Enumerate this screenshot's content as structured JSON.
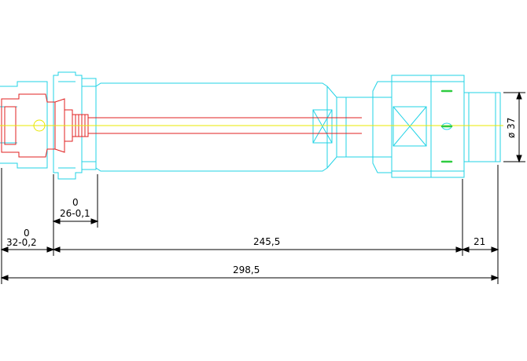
{
  "drawing": {
    "colors": {
      "outline": "#22d3e6",
      "red_part": "#e02020",
      "center_line": "#e8e800",
      "dimension": "#000000",
      "knurl_mark": "#2ecc40",
      "background": "#ffffff"
    },
    "dimensions": {
      "dim_32": {
        "upper": "0",
        "lower": "32-0,2"
      },
      "dim_26": {
        "upper": "0",
        "lower": "26-0,1"
      },
      "dim_245": "245,5",
      "dim_21": "21",
      "dim_298": "298,5",
      "dim_dia": "ø 37"
    }
  }
}
